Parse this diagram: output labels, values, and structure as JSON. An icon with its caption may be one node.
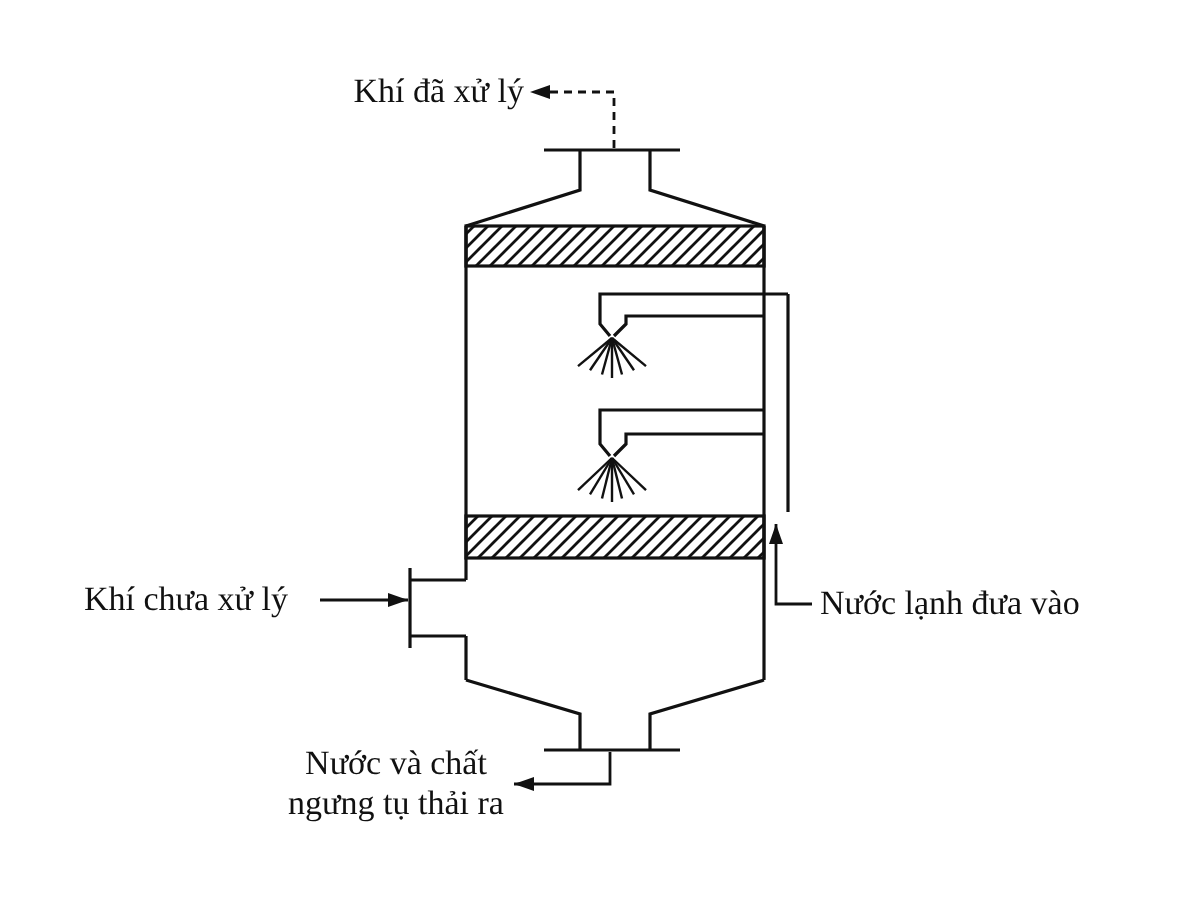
{
  "diagram": {
    "nodes": [
      {
        "text": [],
        "shape": "picture"
      },
      {
        "text": [
          "Khí đã xử lý"
        ]
      },
      {
        "text": [
          "Khí chưa xử lý"
        ]
      },
      {
        "text": [
          "Nước lạnh đưa vào"
        ]
      },
      {
        "text": [
          "Nước và chất ngưng tụ thải ra"
        ]
      }
    ],
    "edges": [
      {
        "from": 0,
        "to": 1,
        "arrow": "to",
        "style": "dashed"
      },
      {
        "from": 2,
        "to": 0,
        "arrow": "to"
      },
      {
        "from": 3,
        "to": 0,
        "arrow": "to"
      },
      {
        "from": 0,
        "to": 4,
        "arrow": "to"
      }
    ]
  }
}
